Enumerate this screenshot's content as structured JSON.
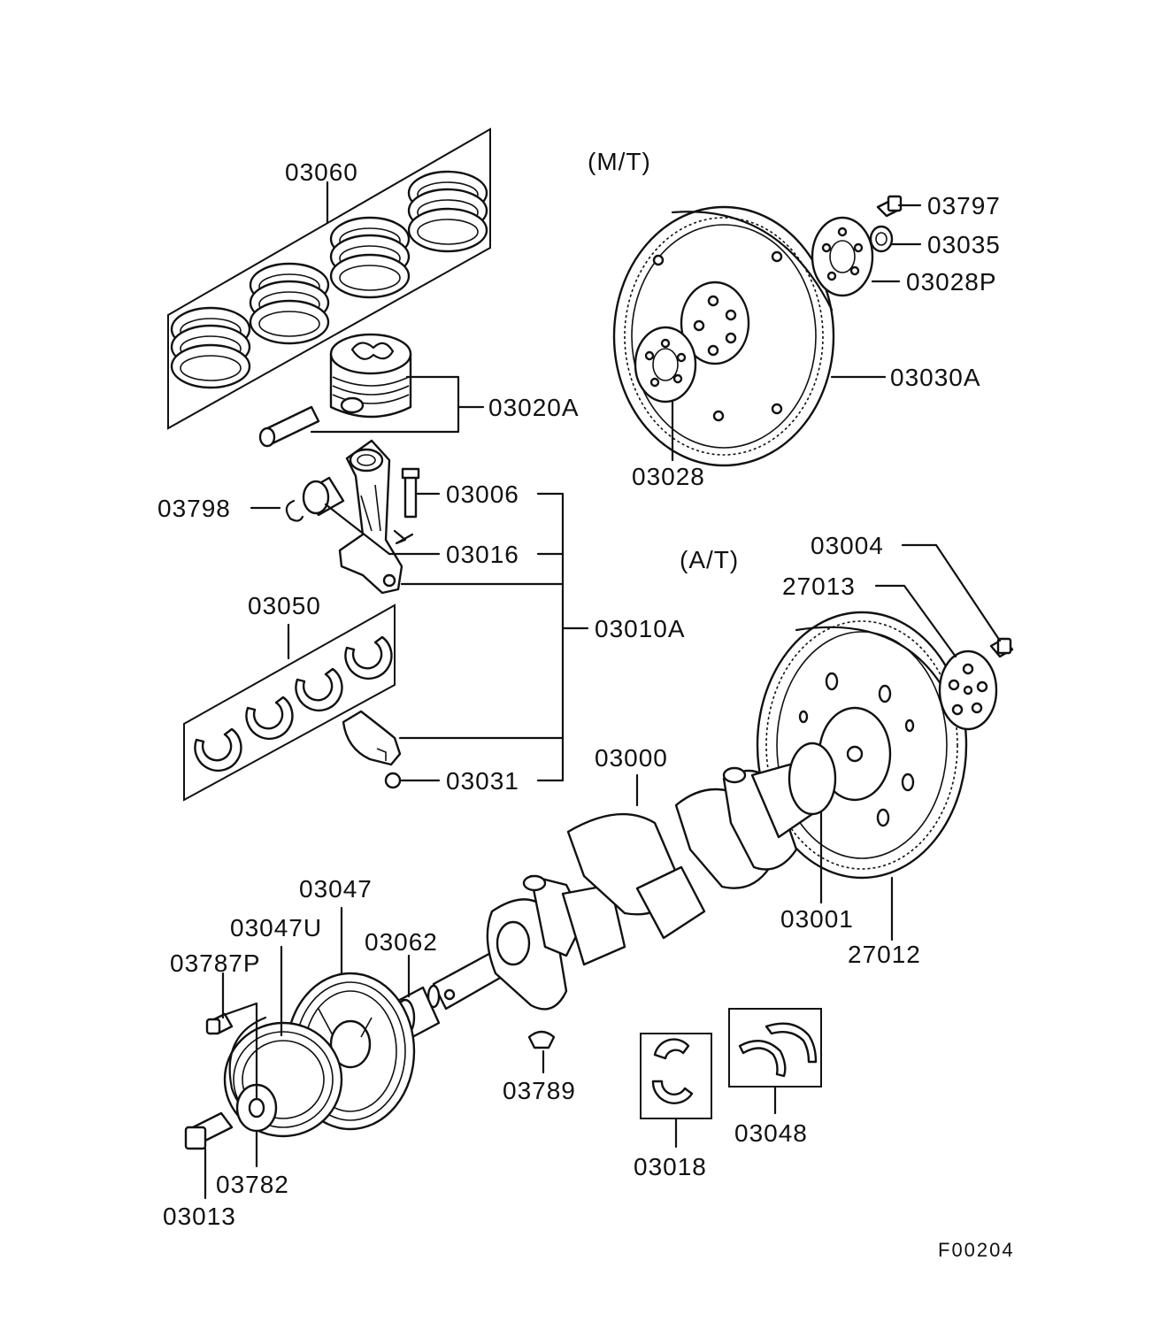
{
  "section_labels": {
    "manual": "(M/T)",
    "automatic": "(A/T)"
  },
  "figure_code": "F00204",
  "part_numbers": [
    "03060",
    "03020A",
    "03798",
    "03006",
    "03016",
    "03010A",
    "03050",
    "03031",
    "03797",
    "03035",
    "03028P",
    "03030A",
    "03028",
    "03004",
    "27013",
    "03000",
    "03001",
    "27012",
    "03047",
    "03047U",
    "03062",
    "03787P",
    "03789",
    "03018",
    "03048",
    "03782",
    "03013"
  ]
}
